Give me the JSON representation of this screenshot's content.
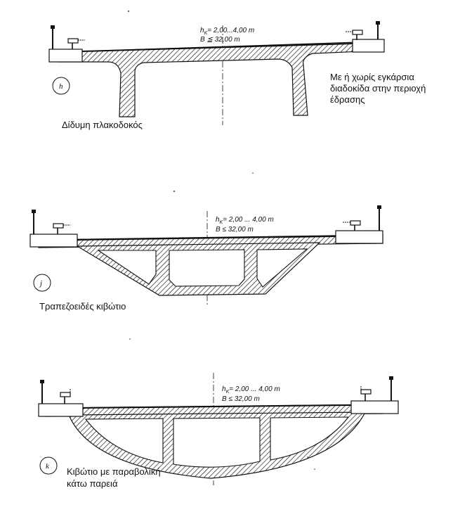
{
  "sections": [
    {
      "id": "h",
      "dim_hk": "h",
      "dim_hk_sub": "K",
      "dim_hk_value": "= 2,00...4,00 m",
      "dim_b": "B ≦ 32,00 m",
      "caption": "Δίδυμη πλακοδοκός",
      "note": [
        "Με ή χωρίς εγκάρσια",
        "διαδοκίδα στην περιοχή",
        "έδρασης"
      ]
    },
    {
      "id": "j",
      "dim_hk": "h",
      "dim_hk_sub": "K",
      "dim_hk_value": "= 2,00 ... 4,00 m",
      "dim_b": "B ≤ 32,00 m",
      "caption": "Τραπεζοειδές κιβώτιο"
    },
    {
      "id": "k",
      "dim_hk": "h",
      "dim_hk_sub": "K",
      "dim_hk_value": "= 2,00 ... 4,00 m",
      "dim_b": "B ≤ 32,00 m",
      "caption_lines": [
        "Κιβώτιο με παραβολική",
        "κάτω παρειά"
      ]
    }
  ]
}
